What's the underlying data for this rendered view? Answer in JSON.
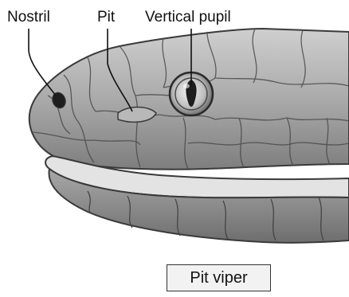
{
  "labels": {
    "nostril": "Nostril",
    "pit": "Pit",
    "pupil": "Vertical pupil"
  },
  "caption": "Pit viper",
  "colors": {
    "head_light": "#d2d2d2",
    "head_mid": "#a9a9a9",
    "head_dark": "#7c7c7c",
    "jaw_light": "#e3e3e3",
    "outline": "#3a3a3a",
    "eye_dark": "#1e1e1e"
  }
}
